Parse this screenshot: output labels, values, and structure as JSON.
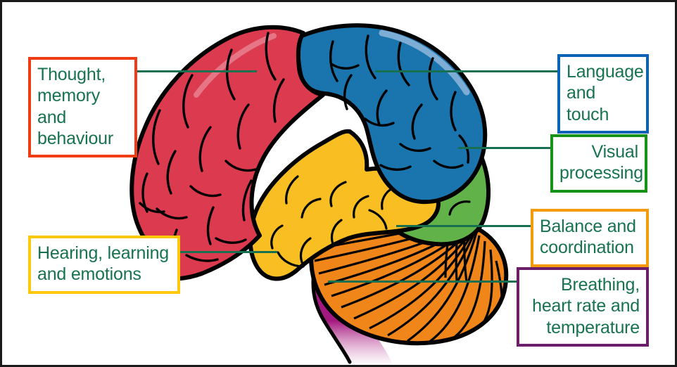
{
  "figure": {
    "title": "Labelled diagram of the human brain showing the functions of each region",
    "regions": [
      {
        "id": "frontal-lobe",
        "name": "frontal lobe",
        "color": "#DC3B4F"
      },
      {
        "id": "parietal-lobe",
        "name": "parietal lobe",
        "color": "#1A75AE"
      },
      {
        "id": "temporal-lobe",
        "name": "temporal lobe",
        "color": "#F8BE22"
      },
      {
        "id": "occipital-lobe",
        "name": "occipital lobe",
        "color": "#62B24A"
      },
      {
        "id": "cerebellum",
        "name": "cerebellum",
        "color": "#F08519"
      },
      {
        "id": "brainstem",
        "name": "brain stem",
        "color": "#A4197F"
      }
    ],
    "outline_color": "#000000",
    "connector_color": "#17704f",
    "text_color": "#17734f",
    "frame_color": "#1a1a1a"
  },
  "labels": [
    {
      "id": "thought-memory-behaviour",
      "text": "Thought,\nmemory and\nbehaviour",
      "border_color": "#F03C14",
      "region": "frontal-lobe",
      "align": "left"
    },
    {
      "id": "hearing-learning-emotions",
      "text": "Hearing, learning\nand emotions",
      "border_color": "#FFC808",
      "region": "temporal-lobe",
      "align": "left"
    },
    {
      "id": "language-and-touch",
      "text": "Language\nand touch",
      "border_color": "#0A62B4",
      "region": "parietal-lobe",
      "align": "left"
    },
    {
      "id": "visual-processing",
      "text": "Visual\nprocessing",
      "border_color": "#159217",
      "region": "occipital-lobe",
      "align": "right"
    },
    {
      "id": "balance-and-coordination",
      "text": "Balance and\ncoordination",
      "border_color": "#F59B0B",
      "region": "cerebellum",
      "align": "left"
    },
    {
      "id": "breathing-heart-rate-temperature",
      "text": "Breathing,\nheart rate and\ntemperature",
      "border_color": "#6B1F6B",
      "region": "brainstem",
      "align": "right"
    }
  ]
}
